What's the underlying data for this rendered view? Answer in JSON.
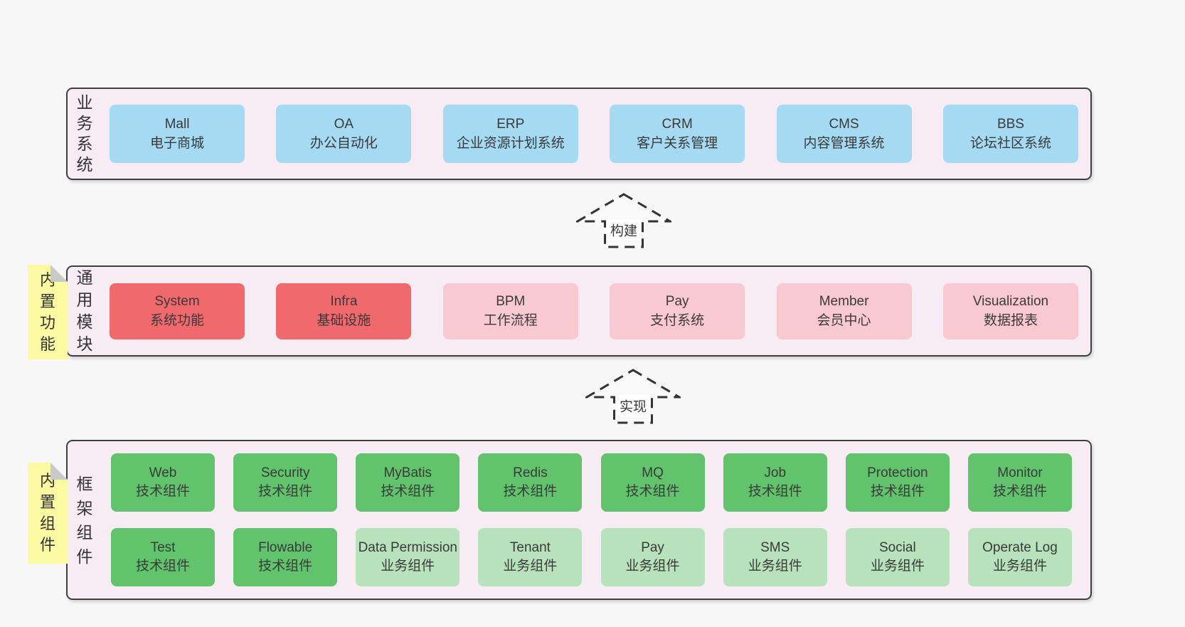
{
  "colors": {
    "page_bg": "#f7f7f7",
    "band_bg": "#f7ecf4",
    "band_border": "#3f3f3f",
    "blue": "#a6daf3",
    "red": "#f0696d",
    "pink": "#f9c9d2",
    "green_dark": "#61c46d",
    "green_light": "#b7e2bb",
    "note_yellow": "#fbf9a1",
    "note_fold": "#c9c9c9",
    "text": "#3a3a3a"
  },
  "bands": [
    {
      "label": "业务系统",
      "note": null,
      "rows": [
        [
          {
            "title": "Mall",
            "subtitle": "电子商城",
            "variant": "blue"
          },
          {
            "title": "OA",
            "subtitle": "办公自动化",
            "variant": "blue"
          },
          {
            "title": "ERP",
            "subtitle": "企业资源计划系统",
            "variant": "blue"
          },
          {
            "title": "CRM",
            "subtitle": "客户关系管理",
            "variant": "blue"
          },
          {
            "title": "CMS",
            "subtitle": "内容管理系统",
            "variant": "blue"
          },
          {
            "title": "BBS",
            "subtitle": "论坛社区系统",
            "variant": "blue"
          }
        ]
      ]
    },
    {
      "label": "通用模块",
      "note": "内置功能",
      "rows": [
        [
          {
            "title": "System",
            "subtitle": "系统功能",
            "variant": "red"
          },
          {
            "title": "Infra",
            "subtitle": "基础设施",
            "variant": "red"
          },
          {
            "title": "BPM",
            "subtitle": "工作流程",
            "variant": "pink"
          },
          {
            "title": "Pay",
            "subtitle": "支付系统",
            "variant": "pink"
          },
          {
            "title": "Member",
            "subtitle": "会员中心",
            "variant": "pink"
          },
          {
            "title": "Visualization",
            "subtitle": "数据报表",
            "variant": "pink"
          }
        ]
      ]
    },
    {
      "label": "框架组件",
      "note": "内置组件",
      "rows": [
        [
          {
            "title": "Web",
            "subtitle": "技术组件",
            "variant": "green_dark"
          },
          {
            "title": "Security",
            "subtitle": "技术组件",
            "variant": "green_dark"
          },
          {
            "title": "MyBatis",
            "subtitle": "技术组件",
            "variant": "green_dark"
          },
          {
            "title": "Redis",
            "subtitle": "技术组件",
            "variant": "green_dark"
          },
          {
            "title": "MQ",
            "subtitle": "技术组件",
            "variant": "green_dark"
          },
          {
            "title": "Job",
            "subtitle": "技术组件",
            "variant": "green_dark"
          },
          {
            "title": "Protection",
            "subtitle": "技术组件",
            "variant": "green_dark"
          },
          {
            "title": "Monitor",
            "subtitle": "技术组件",
            "variant": "green_dark"
          }
        ],
        [
          {
            "title": "Test",
            "subtitle": "技术组件",
            "variant": "green_dark"
          },
          {
            "title": "Flowable",
            "subtitle": "技术组件",
            "variant": "green_dark"
          },
          {
            "title": "Data Permission",
            "subtitle": "业务组件",
            "variant": "green_light"
          },
          {
            "title": "Tenant",
            "subtitle": "业务组件",
            "variant": "green_light"
          },
          {
            "title": "Pay",
            "subtitle": "业务组件",
            "variant": "green_light"
          },
          {
            "title": "SMS",
            "subtitle": "业务组件",
            "variant": "green_light"
          },
          {
            "title": "Social",
            "subtitle": "业务组件",
            "variant": "green_light"
          },
          {
            "title": "Operate Log",
            "subtitle": "业务组件",
            "variant": "green_light"
          }
        ]
      ]
    }
  ],
  "arrows": [
    {
      "label": "构建"
    },
    {
      "label": "实现"
    }
  ]
}
